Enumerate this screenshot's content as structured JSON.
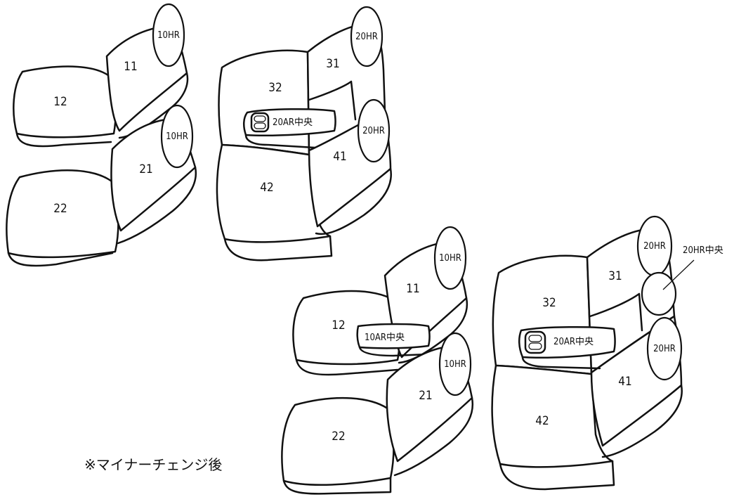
{
  "labels": {
    "top_left_11": "11",
    "top_left_12": "12",
    "top_left_21": "21",
    "top_left_22": "22",
    "top_left_hr_11": "10HR",
    "top_left_hr_21": "10HR",
    "top_right_31": "31",
    "top_right_32": "32",
    "top_right_41": "41",
    "top_right_42": "42",
    "top_right_hr_31": "20HR",
    "top_right_hr_41": "20HR",
    "top_right_ar": "20AR中央",
    "bottom_left_11": "11",
    "bottom_left_12": "12",
    "bottom_left_21": "21",
    "bottom_left_22": "22",
    "bottom_left_hr_11": "10HR",
    "bottom_left_hr_21": "10HR",
    "bottom_left_ar": "10AR中央",
    "bottom_right_31": "31",
    "bottom_right_32": "32",
    "bottom_right_41": "41",
    "bottom_right_42": "42",
    "bottom_right_hr_31": "20HR",
    "bottom_right_hr_41": "20HR",
    "bottom_right_hr_center": "20HR中央",
    "bottom_right_ar": "20AR中央"
  },
  "note": "※マイナーチェンジ後"
}
